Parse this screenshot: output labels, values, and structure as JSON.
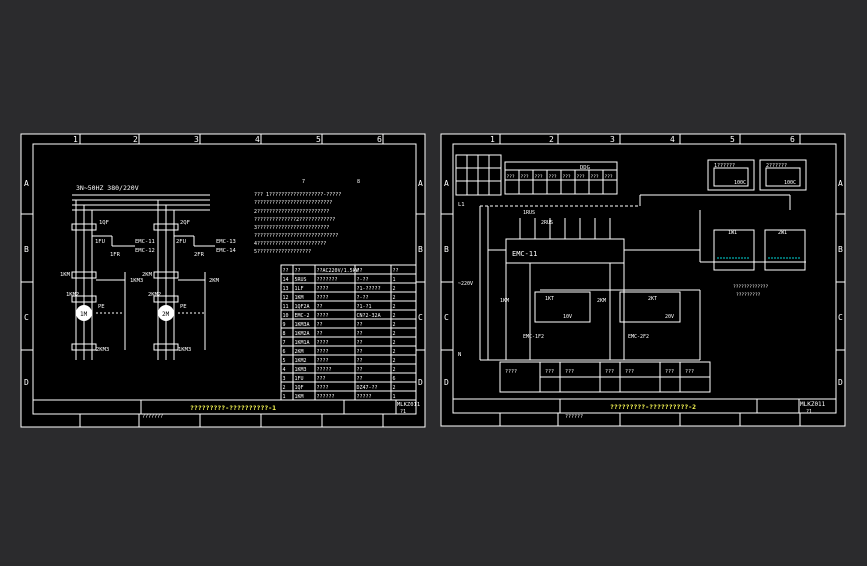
{
  "sheet1": {
    "columns": [
      "1",
      "2",
      "3",
      "4",
      "5",
      "6"
    ],
    "rows": [
      "A",
      "B",
      "C",
      "D"
    ],
    "supply_label": "3N~50HZ 380/220V",
    "col_marks": [
      "7",
      "8"
    ],
    "notes": [
      "??? 1??????????????????-?????",
      "??????????????????????????",
      "2????????????????????????",
      "??????????????2????????????",
      "3????????????????????????",
      "????????????????????????????",
      "4???????????????????????",
      "5??????????????????"
    ],
    "labels": {
      "qf1": "1QF",
      "qf2": "2QF",
      "fu1": "1FU",
      "fu2": "2FU",
      "fr1": "1FR",
      "fr2": "2FR",
      "km1": "1KM",
      "km2": "2KM",
      "km3": "1KM3",
      "km4": "2KM3",
      "km12": "1KM2",
      "km22": "2KM2",
      "m1": "1M",
      "m2": "2M",
      "pe1": "PE",
      "pe2": "PE",
      "emc11": "EMC-11",
      "emc12": "EMC-12",
      "emc13": "EMC-13",
      "emc14": "EMC-14"
    },
    "table_header": [
      "??",
      "??",
      "??AC220V/1.5kW",
      "??",
      "??"
    ],
    "table_rows": [
      [
        "14",
        "5RUS",
        "???????",
        "?-??",
        "1"
      ],
      [
        "13",
        "1LF",
        "????",
        "?1-?????",
        "2"
      ],
      [
        "12",
        "1KM",
        "????",
        "?-??",
        "2"
      ],
      [
        "11",
        "1QF2A",
        "??",
        "?1-?1",
        "2"
      ],
      [
        "10",
        "EMC-2",
        "????",
        "CN?2-32A",
        "2"
      ],
      [
        "9",
        "1KM3A",
        "??",
        "??",
        "2"
      ],
      [
        "8",
        "1KM2A",
        "??",
        "??",
        "2"
      ],
      [
        "7",
        "1KM1A",
        "????",
        "??",
        "2"
      ],
      [
        "6",
        "2KM",
        "????",
        "??",
        "2"
      ],
      [
        "5",
        "1KM2",
        "????",
        "??",
        "2"
      ],
      [
        "4",
        "1KM3",
        "?????",
        "??",
        "2"
      ],
      [
        "3",
        "1FU",
        "???",
        "??",
        "6"
      ],
      [
        "2",
        "1QF",
        "????",
        "DZ47-??",
        "2"
      ],
      [
        "1",
        "1KM",
        "??????",
        "?????",
        "1"
      ]
    ],
    "title": "?????????-??????????-1",
    "code": "MLKZ011",
    "sheet_no": "?1",
    "footer_left": "???????"
  },
  "sheet2": {
    "columns": [
      "1",
      "2",
      "3",
      "4",
      "5",
      "6"
    ],
    "rows": [
      "A",
      "B",
      "C",
      "D"
    ],
    "top_table_header": "DDG",
    "top_table_cells": [
      "???",
      "???",
      "???",
      "???",
      "???",
      "???",
      "???",
      "???"
    ],
    "boxes": [
      "1??????",
      "2??????"
    ],
    "box_vals": [
      "100C",
      "100C"
    ],
    "labels": {
      "l1": "L1",
      "n": "N",
      "ac": "~220V",
      "emc1": "EMC-11",
      "emc2": "EMC-1F2",
      "emc3": "EMC-2F2",
      "rus": "1RUS",
      "yp": "2RUS",
      "kt1": "1KM",
      "kt2": "2KM",
      "t1": "1KT",
      "t2": "2KT",
      "pumps": "1W1",
      "pumps2": "2W1",
      "sensor_note": "?????????????",
      "sensor_note2": "?????????",
      "j1": "10V",
      "j2": "20V"
    },
    "bottom_cells": [
      "????",
      "???",
      "???",
      "???",
      "???",
      "???",
      "???"
    ],
    "title": "?????????-??????????-2",
    "code": "MLKZ011",
    "sheet_no": "?1",
    "footer_left": "??????"
  }
}
